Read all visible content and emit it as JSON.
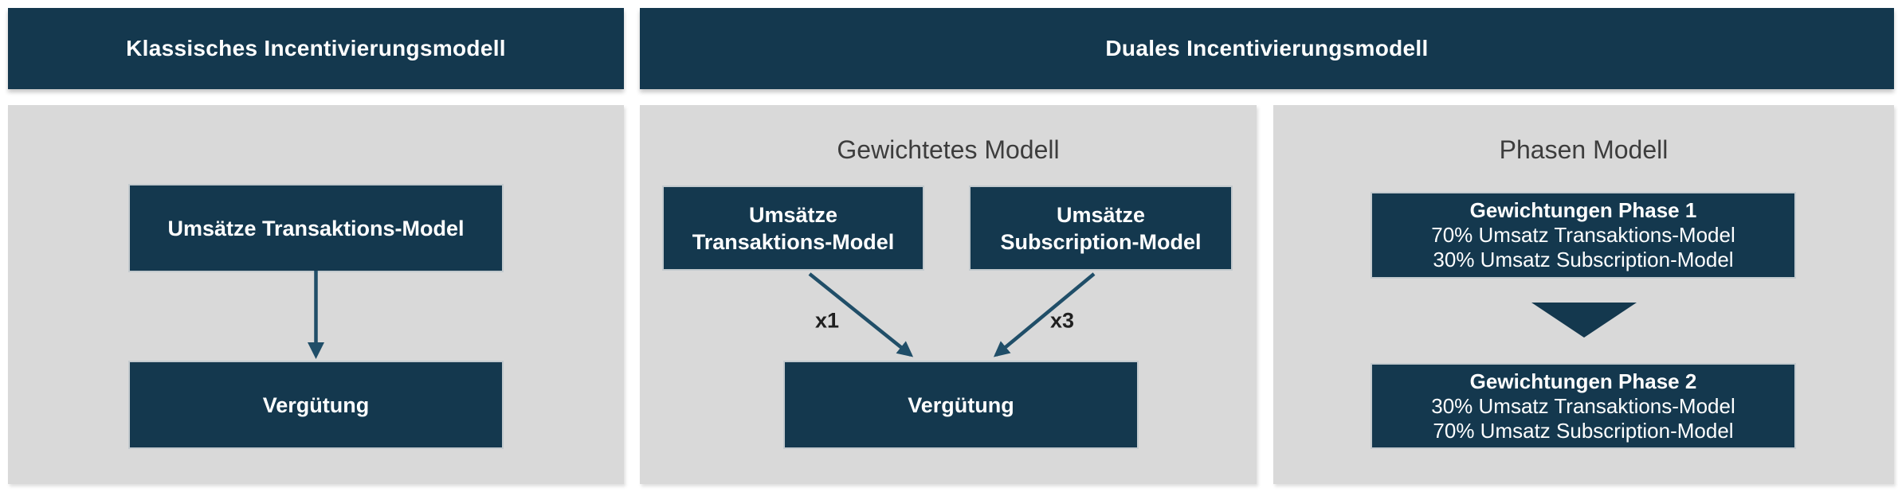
{
  "colors": {
    "navy": "#14384e",
    "gray": "#d9d9d9",
    "arrow": "#204e68",
    "title": "#3d3d3d",
    "label": "#1f1f1f",
    "text_light": "#ffffff"
  },
  "left_section": {
    "header": "Klassisches Incentivierungsmodell",
    "transactions_box": "Umsätze Transaktions-Model",
    "result_box": "Vergütung"
  },
  "right_section": {
    "header": "Duales Incentivierungsmodell",
    "weighted_model": {
      "title": "Gewichtetes Modell",
      "transactions_box": {
        "line1": "Umsätze",
        "line2": "Transaktions-Model"
      },
      "subscription_box": {
        "line1": "Umsätze",
        "line2": "Subscription-Model"
      },
      "arrow1_label": "x1",
      "arrow2_label": "x3",
      "result_box": "Vergütung"
    },
    "phase_model": {
      "title": "Phasen Modell",
      "phase1_box": {
        "title": "Gewichtungen Phase 1",
        "line1": "70% Umsatz Transaktions-Model",
        "line2": "30% Umsatz Subscription-Model"
      },
      "phase2_box": {
        "title": "Gewichtungen Phase 2",
        "line1": "30% Umsatz Transaktions-Model",
        "line2": "70% Umsatz Subscription-Model"
      }
    }
  }
}
